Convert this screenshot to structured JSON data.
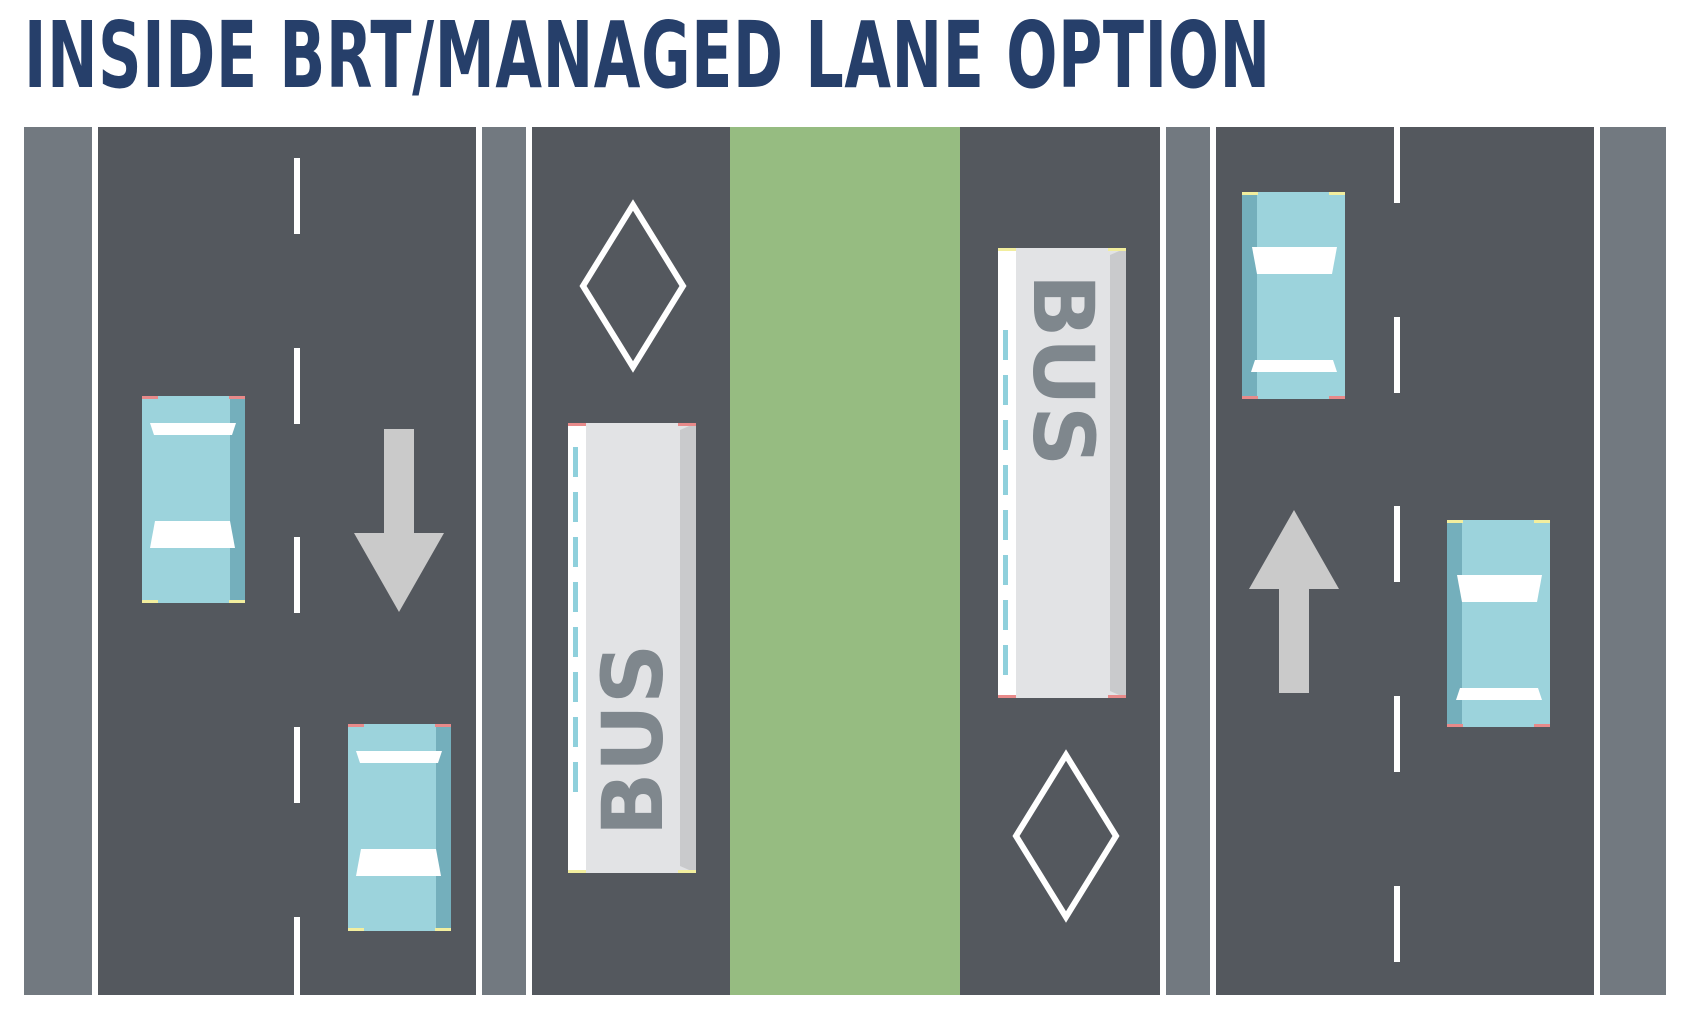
{
  "title": "INSIDE BRT/MANAGED LANE OPTION",
  "bus_label": "BUS",
  "colors": {
    "title": "#263f6a",
    "asphalt": "#54585e",
    "shoulder": "#727980",
    "median": "#96bc81",
    "lane_marking": "#ffffff",
    "car_body": "#9cd3dc",
    "car_shade": "#74afbc",
    "bus_body": "#e2e3e5",
    "bus_shade": "#c9cacc",
    "bus_text": "#7f878d",
    "arrow": "#cacaca",
    "tail_light": "#e88a8a",
    "head_light": "#f2ee9e"
  },
  "icons": [
    "diamond-lane-symbol",
    "arrow-down-icon",
    "arrow-up-icon",
    "car-icon",
    "bus-icon"
  ]
}
